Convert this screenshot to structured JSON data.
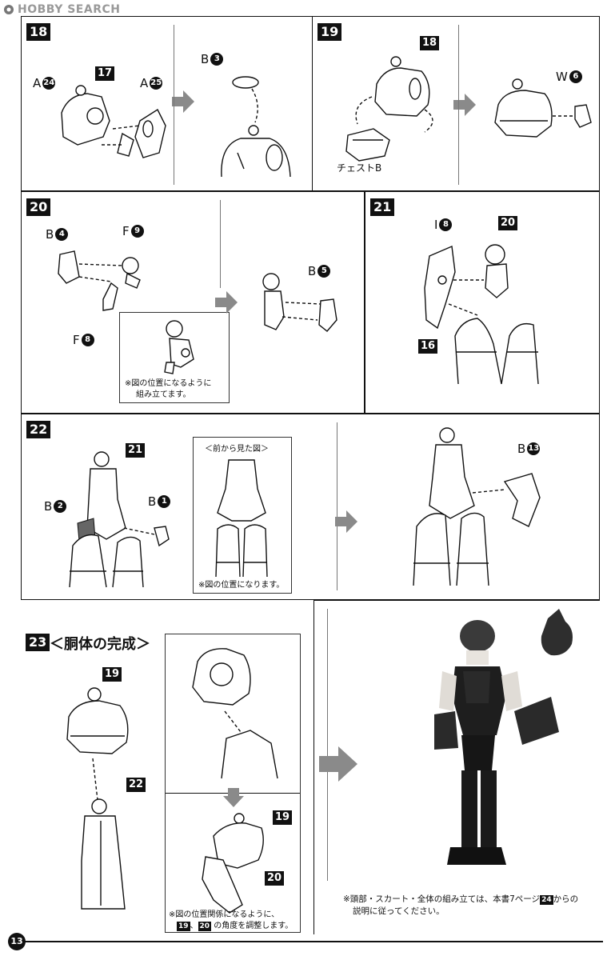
{
  "header": {
    "watermark": "HOBBY SEARCH"
  },
  "page_number": "13",
  "steps": {
    "s18": {
      "num": "18",
      "a24_letter": "A",
      "a24_num": "24",
      "p17": "17",
      "a25_letter": "A",
      "a25_num": "25",
      "b3_letter": "B",
      "b3_num": "3"
    },
    "s19": {
      "num": "19",
      "p18": "18",
      "w6_letter": "W",
      "w6_num": "6",
      "chest_label": "チェストB"
    },
    "s20": {
      "num": "20",
      "b4_letter": "B",
      "b4_num": "4",
      "f9_letter": "F",
      "f9_num": "9",
      "f8_letter": "F",
      "f8_num": "8",
      "b5_letter": "B",
      "b5_num": "5",
      "inset_note_1": "※図の位置になるように",
      "inset_note_2": "組み立てます。"
    },
    "s21": {
      "num": "21",
      "i8_letter": "I",
      "i8_num": "8",
      "p20": "20",
      "p16": "16"
    },
    "s22": {
      "num": "22",
      "p21": "21",
      "b2_letter": "B",
      "b2_num": "2",
      "b1_letter": "B",
      "b1_num": "1",
      "b13_letter": "B",
      "b13_num": "13",
      "inset_title": "＜前から見た図＞",
      "inset_note": "※図の位置になります。"
    },
    "s23": {
      "num": "23",
      "title": "＜胴体の完成＞",
      "p19": "19",
      "p22": "22",
      "p19b": "19",
      "p20": "20",
      "note_1": "※図の位置関係になるように、",
      "note_2_a": "19",
      "note_2_sep": "、",
      "note_2_b": "20",
      "note_2_c": " の角度を調整します。",
      "final_note_1a": "※頭部・スカート・全体の組み立ては、本書7ページ",
      "final_note_1b": "24",
      "final_note_1c": "からの",
      "final_note_2": "説明に従ってください。"
    }
  },
  "colors": {
    "ink": "#111111",
    "arrow": "#8a8a8a",
    "paper": "#ffffff"
  }
}
